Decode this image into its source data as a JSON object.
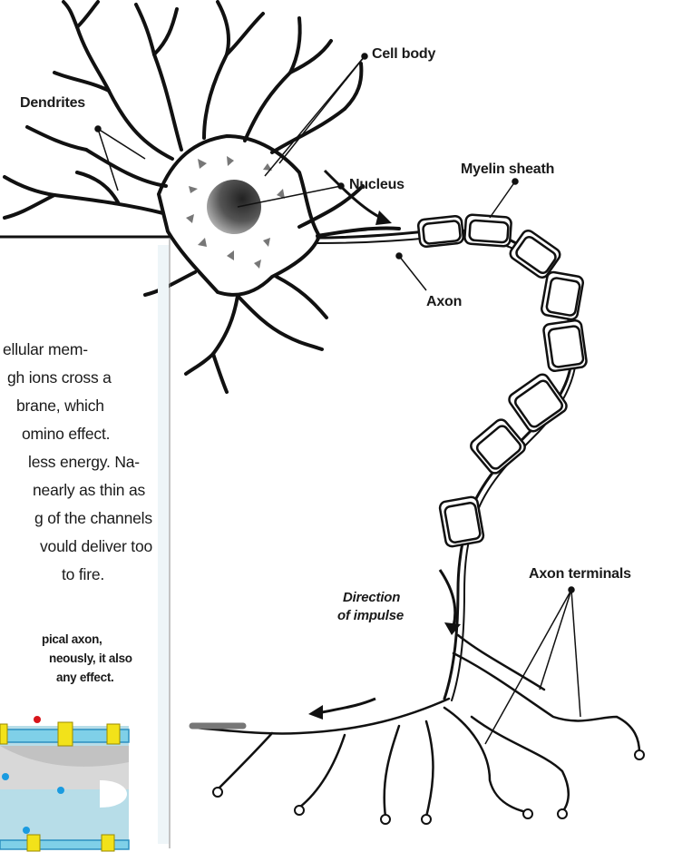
{
  "diagram": {
    "labels": {
      "cell_body": "Cell body",
      "dendrites": "Dendrites",
      "nucleus": "Nucleus",
      "myelin_sheath": "Myelin sheath",
      "axon": "Axon",
      "axon_terminals": "Axon terminals",
      "direction_line1": "Direction",
      "direction_line2": "of impulse"
    }
  },
  "overlay_clipping": {
    "body_lines": [
      "ellular mem-",
      "gh ions cross a",
      "brane, which",
      "omino effect.",
      "less energy. Na-",
      "nearly as thin as",
      "g of the channels",
      "vould deliver too",
      "to fire."
    ],
    "caption_lines": [
      "pical axon,",
      "neously, it also",
      "any effect."
    ],
    "colors": {
      "membrane": "#7fd0e8",
      "membrane_edge": "#2b8fc0",
      "channel": "#f2e21a",
      "ion_blue": "#1a9be0",
      "ion_red": "#d8151b",
      "interior": "#b7dde8"
    }
  }
}
